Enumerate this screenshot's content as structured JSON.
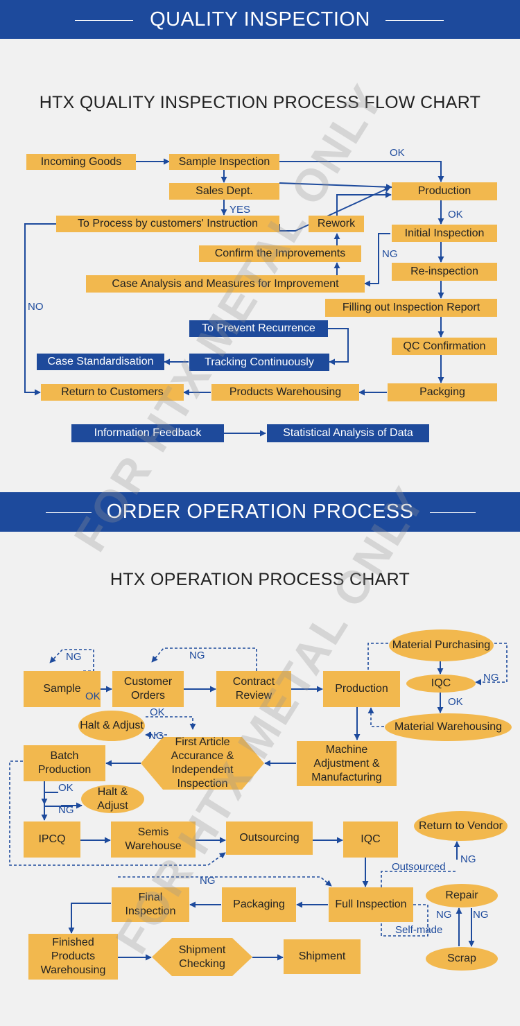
{
  "sections": {
    "quality": {
      "banner": "QUALITY INSPECTION",
      "title": "HTX QUALITY INSPECTION PROCESS FLOW CHART"
    },
    "order": {
      "banner": "ORDER OPERATION PROCESS",
      "title": "HTX OPERATION PROCESS CHART"
    }
  },
  "quality_flow": {
    "incoming": "Incoming Goods",
    "sample_insp": "Sample Inspection",
    "sales": "Sales Dept.",
    "process_instr": "To Process by customers' Instruction",
    "rework": "Rework",
    "confirm": "Confirm the Improvements",
    "case_analysis": "Case Analysis and Measures for Improvement",
    "prevent": "To Prevent Recurrence",
    "case_std": "Case Standardisation",
    "tracking": "Tracking Continuously",
    "return_cust": "Return to Customers",
    "warehousing": "Products Warehousing",
    "info_feedback": "Information Feedback",
    "stat_analysis": "Statistical Analysis of Data",
    "production": "Production",
    "initial_insp": "Initial Inspection",
    "reinspection": "Re-inspection",
    "report": "Filling out Inspection Report",
    "qc": "QC Confirmation",
    "packing": "Packging",
    "labels": {
      "ok1": "OK",
      "yes": "YES",
      "ok2": "OK",
      "ng": "NG",
      "no": "NO"
    }
  },
  "order_flow": {
    "sample": "Sample",
    "customer_orders": "Customer Orders",
    "contract_review": "Contract Review",
    "production": "Production",
    "material_purchasing": "Material Purchasing",
    "iqc_top": "IQC",
    "material_warehousing": "Material Warehousing",
    "halt_adjust_1": "Halt & Adjust",
    "first_article": "First Article Accurance & Independent Inspection",
    "machine_adjust": "Machine Adjustment & Manufacturing",
    "batch_production": "Batch Production",
    "halt_adjust_2": "Halt & Adjust",
    "ipcq": "IPCQ",
    "semis": "Semis Warehouse",
    "outsourcing": "Outsourcing",
    "iqc_mid": "IQC",
    "return_vendor": "Return to Vendor",
    "final_insp": "Final Inspection",
    "packaging": "Packaging",
    "full_insp": "Full Inspection",
    "repair": "Repair",
    "scrap": "Scrap",
    "finished_wh": "Finished Products Warehousing",
    "shipment_check": "Shipment Checking",
    "shipment": "Shipment",
    "labels": {
      "ng_sample": "NG",
      "ok_sample": "OK",
      "ng_contract": "NG",
      "ng_iqc": "NG",
      "ok_iqc": "OK",
      "ok_halt1": "OK",
      "ng_halt1": "NG",
      "ok_halt2": "OK",
      "ng_halt2": "NG",
      "ng_full": "NG",
      "outsourced": "Outsourced",
      "ng_vendor": "NG",
      "self_made": "Self-made",
      "ng_repair_l": "NG",
      "ng_repair_r": "NG"
    }
  },
  "watermark": "FOR HTX METAL ONLY",
  "colors": {
    "banner": "#1d4a9c",
    "yellow_box": "#f2b84e",
    "blue_box": "#1e4a9b",
    "arrow": "#1d4a9c",
    "background": "#f1f1f1"
  }
}
